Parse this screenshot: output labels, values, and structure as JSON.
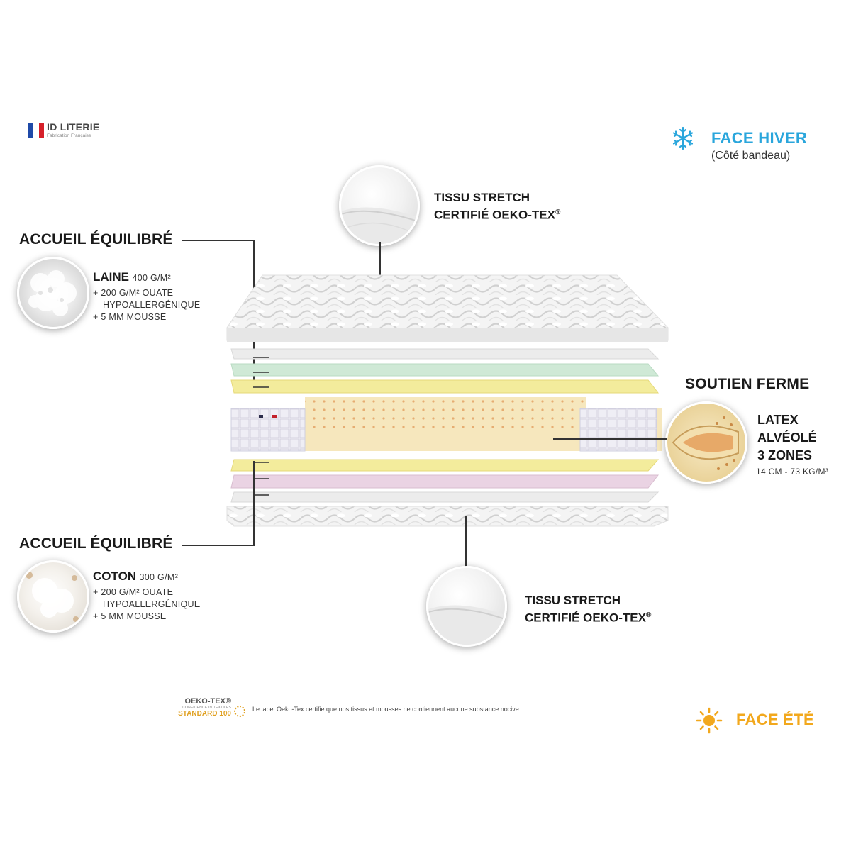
{
  "brand": {
    "name": "ID LITERIE",
    "tagline": "Fabrication Française"
  },
  "winter": {
    "title": "FACE HIVER",
    "subtitle": "(Côté bandeau)"
  },
  "summer": {
    "title": "FACE ÉTÉ"
  },
  "top_fabric": {
    "line1": "TISSU STRETCH",
    "line2": "CERTIFIÉ OEKO-TEX",
    "mark": "®"
  },
  "bottom_fabric": {
    "line1": "TISSU STRETCH",
    "line2": "CERTIFIÉ OEKO-TEX",
    "mark": "®"
  },
  "comfort_top": {
    "heading": "ACCUEIL ÉQUILIBRÉ",
    "material": "LAINE",
    "material_weight": "400 G/M²",
    "line1": "+ 200 G/M² OUATE",
    "line2": "HYPOALLERGÉNIQUE",
    "line3": "+ 5 MM MOUSSE"
  },
  "comfort_bottom": {
    "heading": "ACCUEIL ÉQUILIBRÉ",
    "material": "COTON",
    "material_weight": "300 G/M²",
    "line1": "+ 200 G/M² OUATE",
    "line2": "HYPOALLERGÉNIQUE",
    "line3": "+ 5 MM MOUSSE"
  },
  "support": {
    "heading": "SOUTIEN FERME",
    "line1": "LATEX",
    "line2": "ALVÉOLÉ",
    "line3": "3 ZONES",
    "spec": "14 CM - 73 KG/M³"
  },
  "oeko": {
    "logo_title": "OEKO-TEX®",
    "logo_sub": "CONFIDENCE IN TEXTILES",
    "logo_standard": "STANDARD 100",
    "note": "Le label Oeko-Tex certifie que nos tissus et mousses ne contiennent aucune substance nocive."
  },
  "colors": {
    "winter_blue": "#2aa6dc",
    "summer_orange": "#f2a81d",
    "latex": "#f6e7bd",
    "yellow_layer": "#f3ec9c",
    "green_layer": "#cfe9d6",
    "pink_layer": "#ead3e3"
  }
}
